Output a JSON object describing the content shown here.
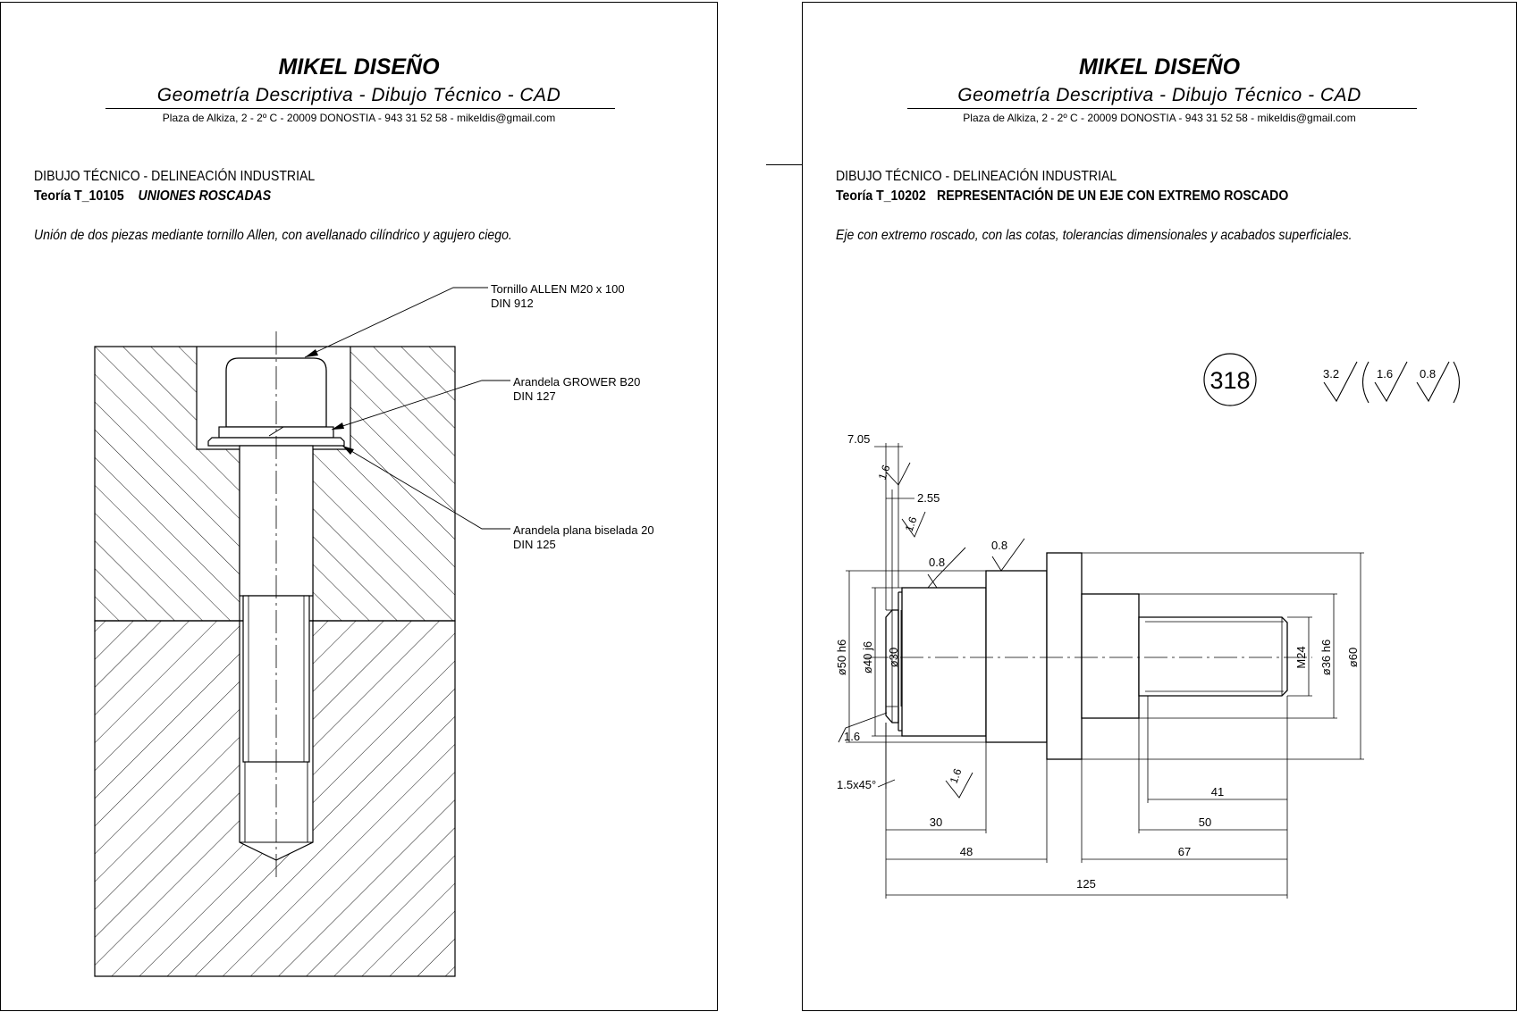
{
  "header": {
    "company": "MIKEL DISEÑO",
    "subtitle": "Geometría Descriptiva  -  Dibujo Técnico  -  CAD",
    "address": "Plaza de Alkiza, 2 - 2º C  -  20009  DONOSTIA  -  943 31 52 58  -  mikeldis@gmail.com"
  },
  "left_page": {
    "section": "DIBUJO TÉCNICO - DELINEACIÓN INDUSTRIAL",
    "theory_code": "Teoría  T_10105",
    "theory_title": "UNIONES ROSCADAS",
    "description": "Unión de dos piezas mediante tornillo Allen, con avellanado cilíndrico y agujero ciego.",
    "labels": [
      {
        "line1": "Tornillo  ALLEN  M20  x  100",
        "line2": "DIN  912"
      },
      {
        "line1": "Arandela  GROWER  B20",
        "line2": "DIN  127"
      },
      {
        "line1": "Arandela  plana  biselada  20",
        "line2": "DIN  125"
      }
    ]
  },
  "right_page": {
    "section": "DIBUJO TÉCNICO - DELINEACIÓN INDUSTRIAL",
    "theory_code": "Teoría  T_10202",
    "theory_title": "REPRESENTACIÓN DE UN EJE CON EXTREMO ROSCADO",
    "description": "Eje con extremo roscado, con las cotas, tolerancias dimensionales y acabados superficiales.",
    "part_number": "318",
    "surface_finish": {
      "general": "3.2",
      "others": [
        "1.6",
        "0.8"
      ]
    },
    "dimensions": {
      "d_705": "7.05",
      "d_255": "2.55",
      "chamfer": "1.5x45°",
      "r_16": "1.6",
      "r_08": "0.8",
      "dia_50": "ø50  h6",
      "dia_40": "ø40  j6",
      "dia_30": "ø30",
      "m24": "M24",
      "dia_36": "ø36  h6",
      "dia_60": "ø60",
      "l_41": "41",
      "l_30": "30",
      "l_50": "50",
      "l_48": "48",
      "l_67": "67",
      "l_125": "125"
    }
  }
}
